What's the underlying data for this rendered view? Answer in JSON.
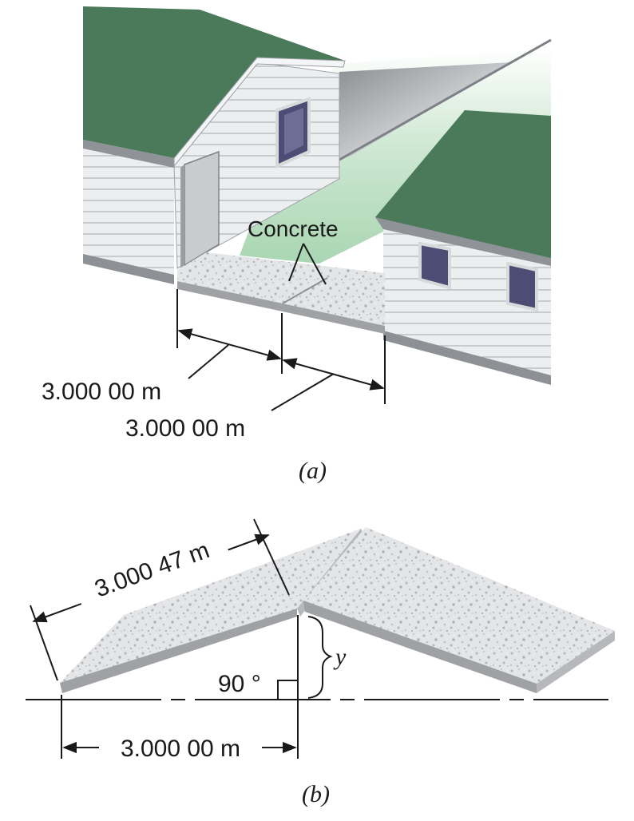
{
  "figure_a": {
    "concrete_label": "Concrete",
    "width_label_1": "3.000 00 m",
    "width_label_2": "3.000 00 m",
    "caption": "(a)"
  },
  "figure_b": {
    "slab_length_label": "3.000 47 m",
    "base_length_label": "3.000 00 m",
    "angle_label": "90 °",
    "height_symbol": "y",
    "caption": "(b)"
  },
  "colors": {
    "roof": "#4a7a5a",
    "roof_dark": "#3b6348",
    "siding": "#e9eaec",
    "concrete": "#e3e4e6",
    "concrete_edge": "#9fa1a4",
    "lawn": "#b9ddc0",
    "window": "#4d4c74"
  },
  "icons": [
    "house-left",
    "house-right",
    "concrete-slab",
    "dimension-arrow",
    "right-angle-mark",
    "brace"
  ]
}
